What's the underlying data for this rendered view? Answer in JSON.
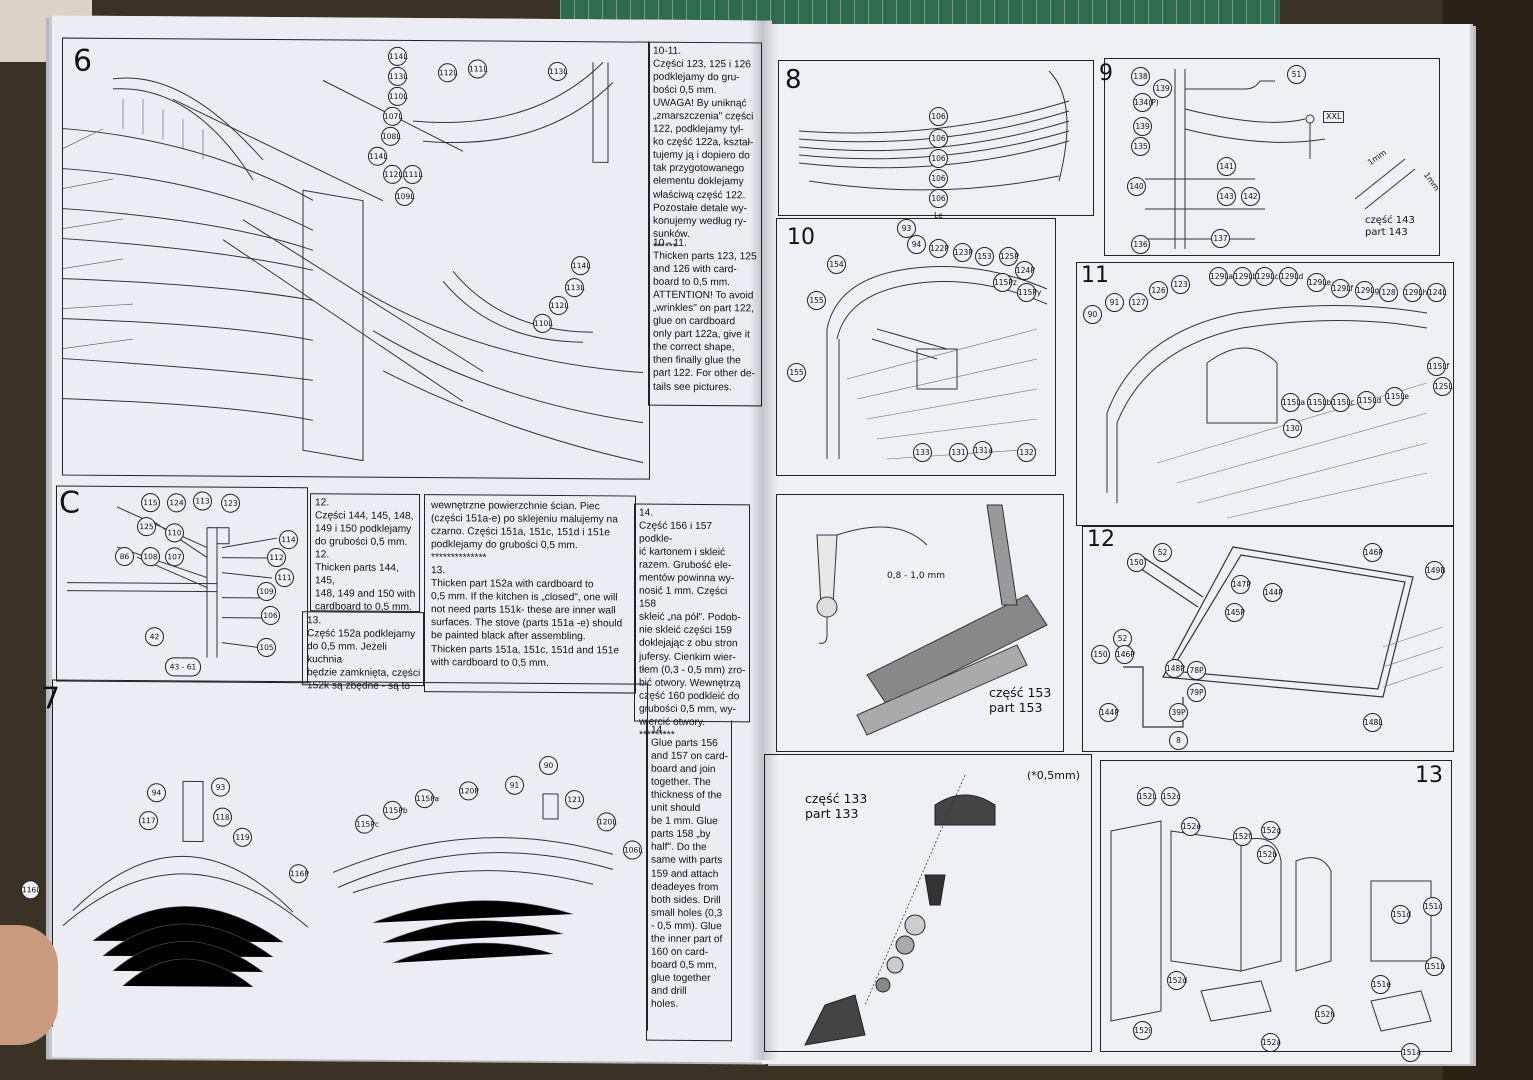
{
  "left_page": {
    "steps": {
      "s6": "6",
      "c": "C",
      "s7": "7"
    },
    "text_10_11_pl": "10-11.\nCzęści 123, 125 i 126\npodklejamy do gru-\nbości 0,5 mm.\nUWAGA! By uniknąć\n„zmarszczenia\" części\n122, podklejamy tyl-\nko część 122a, kształ-\ntujemy ją i dopiero do\ntak przygotowanego\nelementu doklejamy\nwłaściwą część 122.\nPozostałe detale wy-\nkonujemy według ry-\nsunków.\n******",
    "text_10_11_en": "10 - 11.\nThicken parts 123, 125\nand 126 with card-\nboard to 0,5 mm.\nATTENTION! To avoid\n„wrinkles\" on part 122,\nglue on cardboard\nonly part 122a, give it\nthe correct shape,\nthen finally glue the\npart 122. For other de-\ntails see pictures.",
    "text_12": "12.\nCzęści 144, 145, 148,\n149 i 150 podklejamy\ndo grubości 0,5 mm.\n12.\nThicken parts 144, 145,\n148, 149 and 150 with\ncardboard to 0,5 mm.",
    "text_13_pl": "13.\nCzęść 152a podklejamy\ndo 0,5 mm. Jeżeli kuchnia\nbędzie zamknięta, części\n152k są zbędne - są to",
    "text_13_mid": "wewnętrzne powierzchnie ścian. Piec\n(części 151a-e) po sklejeniu malujemy na\nczarno. Części 151a, 151c, 151d i 151e\npodklejamy do grubości 0,5 mm.\n**************\n13.\nThicken part 152a with cardboard to\n0,5 mm. If the kitchen is „closed\", one will\nnot need parts 151k- these are inner wall\nsurfaces. The stove (parts 151a -e) should\nbe painted black after assembling.\nThicken parts 151a, 151c, 151d and 151e\nwith cardboard to 0,5 mm.",
    "text_14_pl": "14.\nCzęść 156 i 157 podkle-\nić kartonem i skleić\nrazem. Grubość ele-\nmentów powinna wy-\nnosić 1 mm. Części 158\nskleić „na pół\". Podob-\nnie skleić części 159\ndoklejając z obu stron\njufersy. Cienkim wier-\ntłem (0,3 - 0,5 mm) zro-\nbić otwory. Wewnętrzą\nczęść 160 podkleić do\ngrubości 0,5 mm, wy-\nwiercić otwory.\n*********",
    "text_14_en": "14.\nGlue parts 156\nand 157 on card-\nboard and join\ntogether. The\nthickness of the\nunit should\nbe 1 mm. Glue\nparts 158 „by\nhalf\". Do the\nsame with parts\n159 and attach\ndeadeyes from\nboth sides. Drill\nsmall holes (0,3\n- 0,5 mm). Glue\nthe inner part of\n160 on card-\nboard 0,5 mm,\nglue together\nand drill\nholes.",
    "callouts_6": [
      "114L",
      "113L",
      "110L",
      "107L",
      "108L",
      "112L",
      "111L",
      "113L",
      "114L",
      "112L",
      "111L",
      "109L",
      "114L",
      "113L",
      "112L",
      "110L"
    ],
    "callouts_c": [
      "115",
      "124",
      "113",
      "123",
      "125",
      "110",
      "86",
      "108",
      "107",
      "112",
      "114",
      "111",
      "109",
      "106",
      "42",
      "105",
      "43 - 61"
    ],
    "callouts_7": [
      "94",
      "93",
      "117",
      "118",
      "119",
      "116 L",
      "116 P",
      "115 Pc",
      "115 Pb",
      "115 Pa",
      "120 P",
      "91",
      "90",
      "121",
      "120 L",
      "106 L"
    ]
  },
  "right_page": {
    "steps": {
      "s8": "8",
      "s9": "9",
      "s10": "10",
      "s11": "11",
      "s12": "12",
      "s13": "13"
    },
    "labels": {
      "czesc143": "część 143\npart 143",
      "one_mm_a": "1mm",
      "one_mm_b": "1mm",
      "xxl": "XXL",
      "range": "0,8 - 1,0 mm",
      "czesc153": "część 153\npart 153",
      "czesc133": "część 133\npart 133",
      "half_mm": "(*0,5mm)"
    },
    "callouts_8": [
      "106 La",
      "106 Lb",
      "106 Lc",
      "106 Ld",
      "106 Le"
    ],
    "callouts_9": [
      "138",
      "139",
      "134 (P)",
      "139",
      "135",
      "140",
      "136",
      "141",
      "143",
      "142",
      "137",
      "51"
    ],
    "callouts_10": [
      "93",
      "94",
      "122 P",
      "123 P",
      "153",
      "125 P",
      "124 P",
      "115 Pz",
      "115 Py",
      "154",
      "155",
      "155",
      "133",
      "131",
      "131 a",
      "132"
    ],
    "callouts_11": [
      "90",
      "91",
      "127",
      "126",
      "123",
      "129 La",
      "129 Lb",
      "129 Lc",
      "129 Ld",
      "129 Le",
      "129 Lf",
      "129 Lg",
      "128",
      "129 Lh",
      "124 L",
      "115 Lf",
      "125 L",
      "115 La",
      "115 Lb",
      "115 Lc",
      "115 Ld",
      "115 Le",
      "130"
    ],
    "callouts_12": [
      "150",
      "52",
      "146 P",
      "149 B",
      "147 P",
      "144 P",
      "145 P",
      "52",
      "150",
      "146 P",
      "148 P",
      "78 P",
      "79 P",
      "39 P",
      "144 P",
      "8",
      "148 L"
    ],
    "callouts_13": [
      "152 L",
      "152 c",
      "152 e",
      "152 f",
      "152 g",
      "152 b",
      "151 c",
      "151 d",
      "151 b",
      "151 e",
      "152 d",
      "152 h",
      "152 i",
      "152 a",
      "151 a"
    ]
  },
  "colors": {
    "paper": "#eef0f4",
    "ink": "#222222",
    "desk": "#3b3226",
    "mat": "#2f6b4f"
  }
}
